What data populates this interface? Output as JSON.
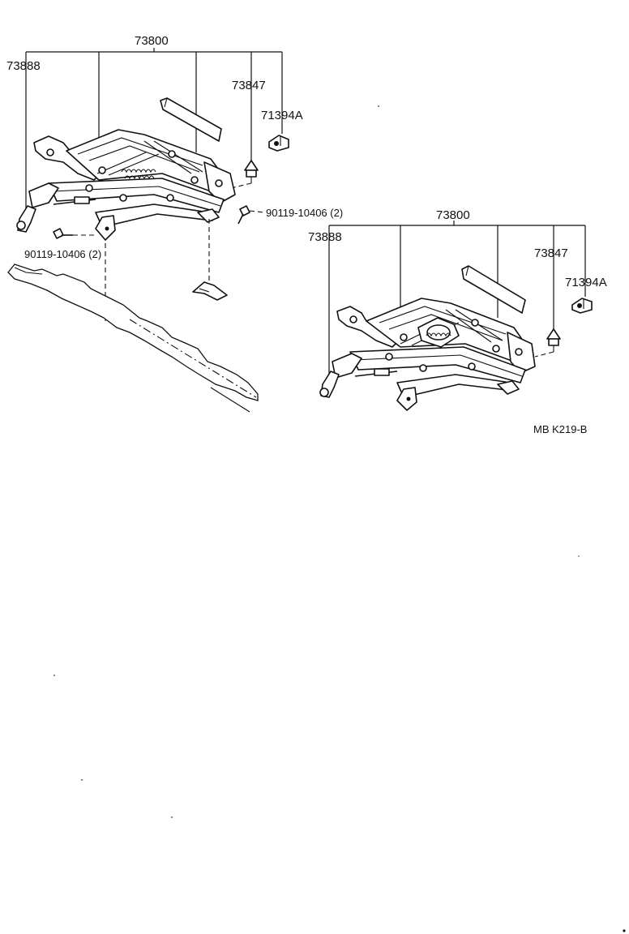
{
  "diagram": {
    "left_assembly": {
      "assembly_label": "73800",
      "lever_label": "73888",
      "pad_label": "73847",
      "clip_label": "71394A",
      "bolt_right_label": "90119-10406 (2)",
      "bolt_left_label": "90119-10406 (2)"
    },
    "right_assembly": {
      "assembly_label": "73800",
      "lever_label": "73888",
      "pad_label": "73847",
      "clip_label": "71394A"
    },
    "reference_code": "MB  K219-B"
  }
}
